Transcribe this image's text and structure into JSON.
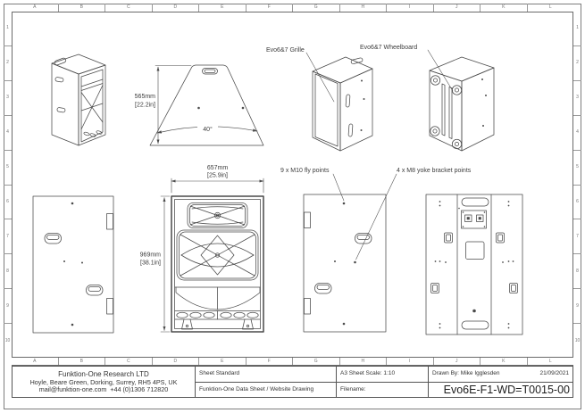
{
  "ink_color": "#4a4a4a",
  "grid": {
    "cols": [
      "A",
      "B",
      "C",
      "D",
      "E",
      "F",
      "G",
      "H",
      "I",
      "J",
      "K",
      "L"
    ],
    "rows": [
      "1",
      "2",
      "3",
      "4",
      "5",
      "6",
      "7",
      "8",
      "9",
      "10"
    ]
  },
  "annotations": {
    "grille": "Evo6&7 Grille",
    "wheelboard": "Evo6&7 Wheelboard",
    "fly_points": "9 x M10 fly points",
    "yoke_points": "4 x M8 yoke bracket points"
  },
  "dimensions": {
    "depth_mm": "565mm",
    "depth_in": "[22.2in]",
    "angle": "40°",
    "width_mm": "657mm",
    "width_in": "[25.9in]",
    "height_mm": "969mm",
    "height_in": "[38.1in]"
  },
  "title_block": {
    "company_name": "Funktion-One Research LTD",
    "company_address": "Hoyle, Beare Green, Dorking, Surrey, RH5 4PS, UK",
    "company_contact": "mail@funktion-one.com  +44 (0)1306 712820",
    "sheet_standard_label": "Sheet Standard",
    "sheet_type": "Funktion-One Data Sheet / Website Drawing",
    "scale": "A3 Sheet Scale: 1:10",
    "drawn_by": "Drawn By: Mike Igglesden",
    "date": "21/09/2021",
    "filename_label": "Filename:",
    "drawing_number": "Evo6E-F1-WD=T0015-00"
  }
}
